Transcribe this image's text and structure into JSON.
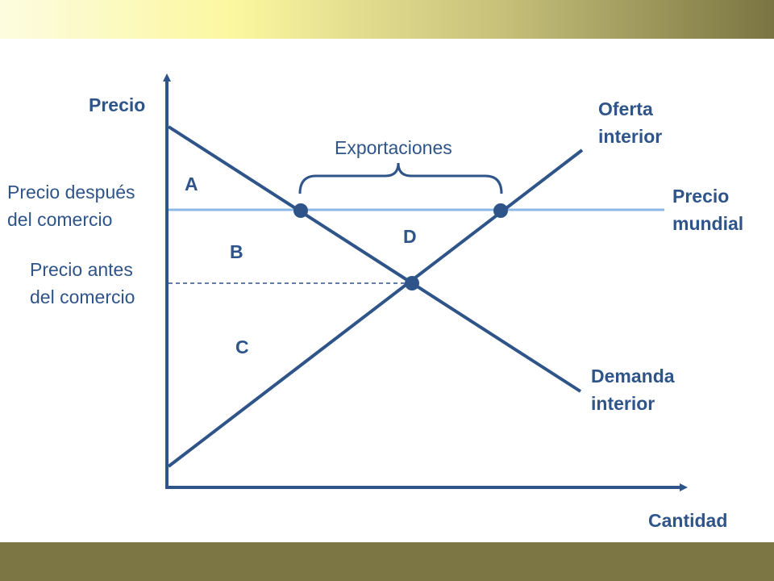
{
  "axes": {
    "y_label": "Precio",
    "x_label": "Cantidad"
  },
  "curves": {
    "supply_label_line1": "Oferta",
    "supply_label_line2": "interior",
    "demand_label_line1": "Demanda",
    "demand_label_line2": "interior",
    "world_price_line1": "Precio",
    "world_price_line2": "mundial"
  },
  "price_labels": {
    "after_trade_line1": "Precio después",
    "after_trade_line2": "del comercio",
    "before_trade_line1": "Precio antes",
    "before_trade_line2": "del comercio"
  },
  "bracket_label": "Exportaciones",
  "areas": {
    "a": "A",
    "b": "B",
    "c": "C",
    "d": "D"
  },
  "colors": {
    "axis_and_curves": "#2e5489",
    "world_price_line": "#8cb8e6",
    "text": "#2e5489",
    "top_band_dark": "#7a7442",
    "bottom_band": "#7b7643"
  }
}
